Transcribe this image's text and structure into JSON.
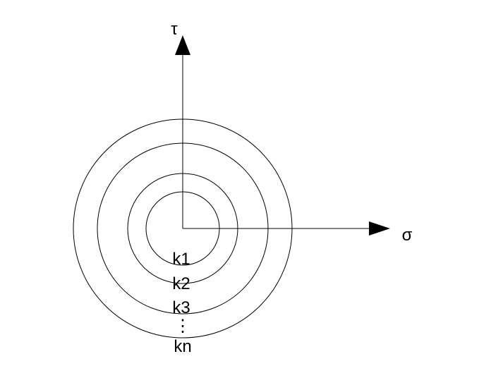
{
  "axes": {
    "vertical_label": "τ",
    "horizontal_label": "σ"
  },
  "circles": [
    {
      "label": "k1"
    },
    {
      "label": "k2"
    },
    {
      "label": "k3"
    },
    {
      "label": "kn"
    }
  ],
  "ellipsis": "⋮",
  "colors": {
    "stroke": "#000000",
    "background": "#ffffff"
  }
}
